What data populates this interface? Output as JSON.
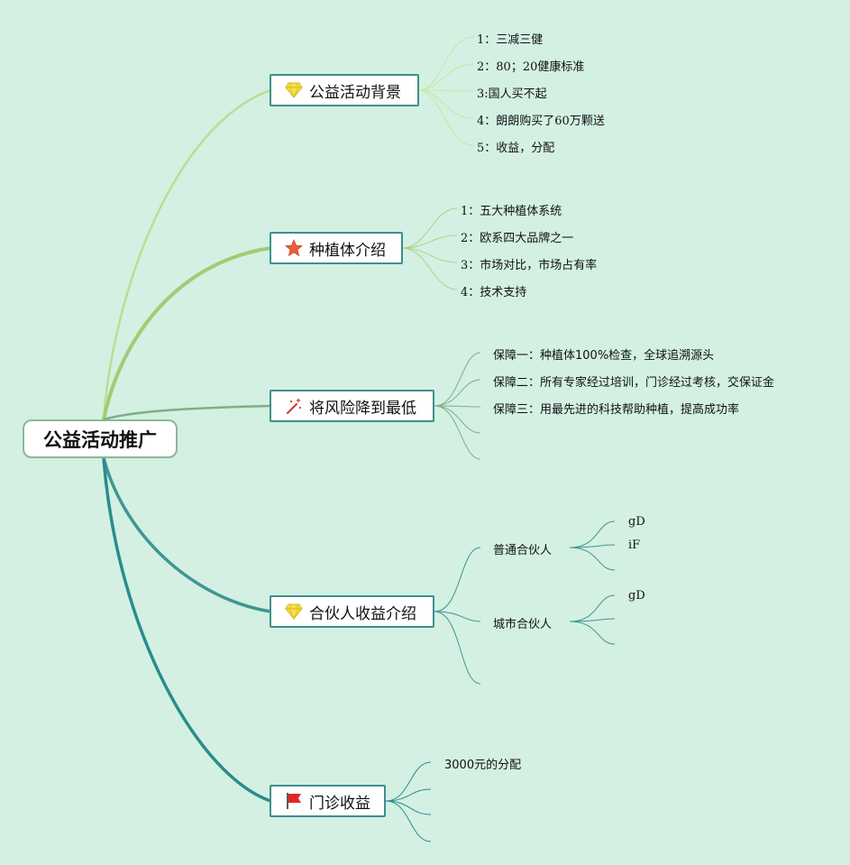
{
  "root": {
    "label": "公益活动推广"
  },
  "branches": [
    {
      "label": "公益活动背景",
      "icon": "diamond-icon",
      "items": [
        "1：三减三健",
        "2：80；20健康标准",
        "3:国人买不起",
        "4：朗朗购买了60万颗送",
        "5：收益，分配"
      ]
    },
    {
      "label": "种植体介绍",
      "icon": "star-icon",
      "items": [
        "1：五大种植体系统",
        "2：欧系四大品牌之一",
        "3：市场对比，市场占有率",
        "4：技术支持"
      ]
    },
    {
      "label": "将风险降到最低",
      "icon": "magic-wand-icon",
      "items": [
        "保障一：种植体100%检查，全球追溯源头",
        "保障二：所有专家经过培训，门诊经过考核，交保证金",
        "保障三：用最先进的科技帮助种植，提高成功率",
        "",
        ""
      ]
    },
    {
      "label": "合伙人收益介绍",
      "icon": "diamond-icon",
      "items": [
        {
          "label": "普通合伙人",
          "children": [
            "gD",
            "iF",
            ""
          ]
        },
        {
          "label": "城市合伙人",
          "children": [
            "gD",
            "",
            ""
          ]
        },
        {
          "label": ""
        }
      ]
    },
    {
      "label": "门诊收益",
      "icon": "red-flag-icon",
      "items": [
        "3000元的分配",
        "",
        "",
        ""
      ]
    }
  ],
  "colors": {
    "background": "#d3f0e3",
    "branch1": "#b7e08f",
    "branch2": "#9fcc73",
    "branch3": "#7fae85",
    "branch4": "#3f9691",
    "branch5": "#2a8c8c"
  }
}
